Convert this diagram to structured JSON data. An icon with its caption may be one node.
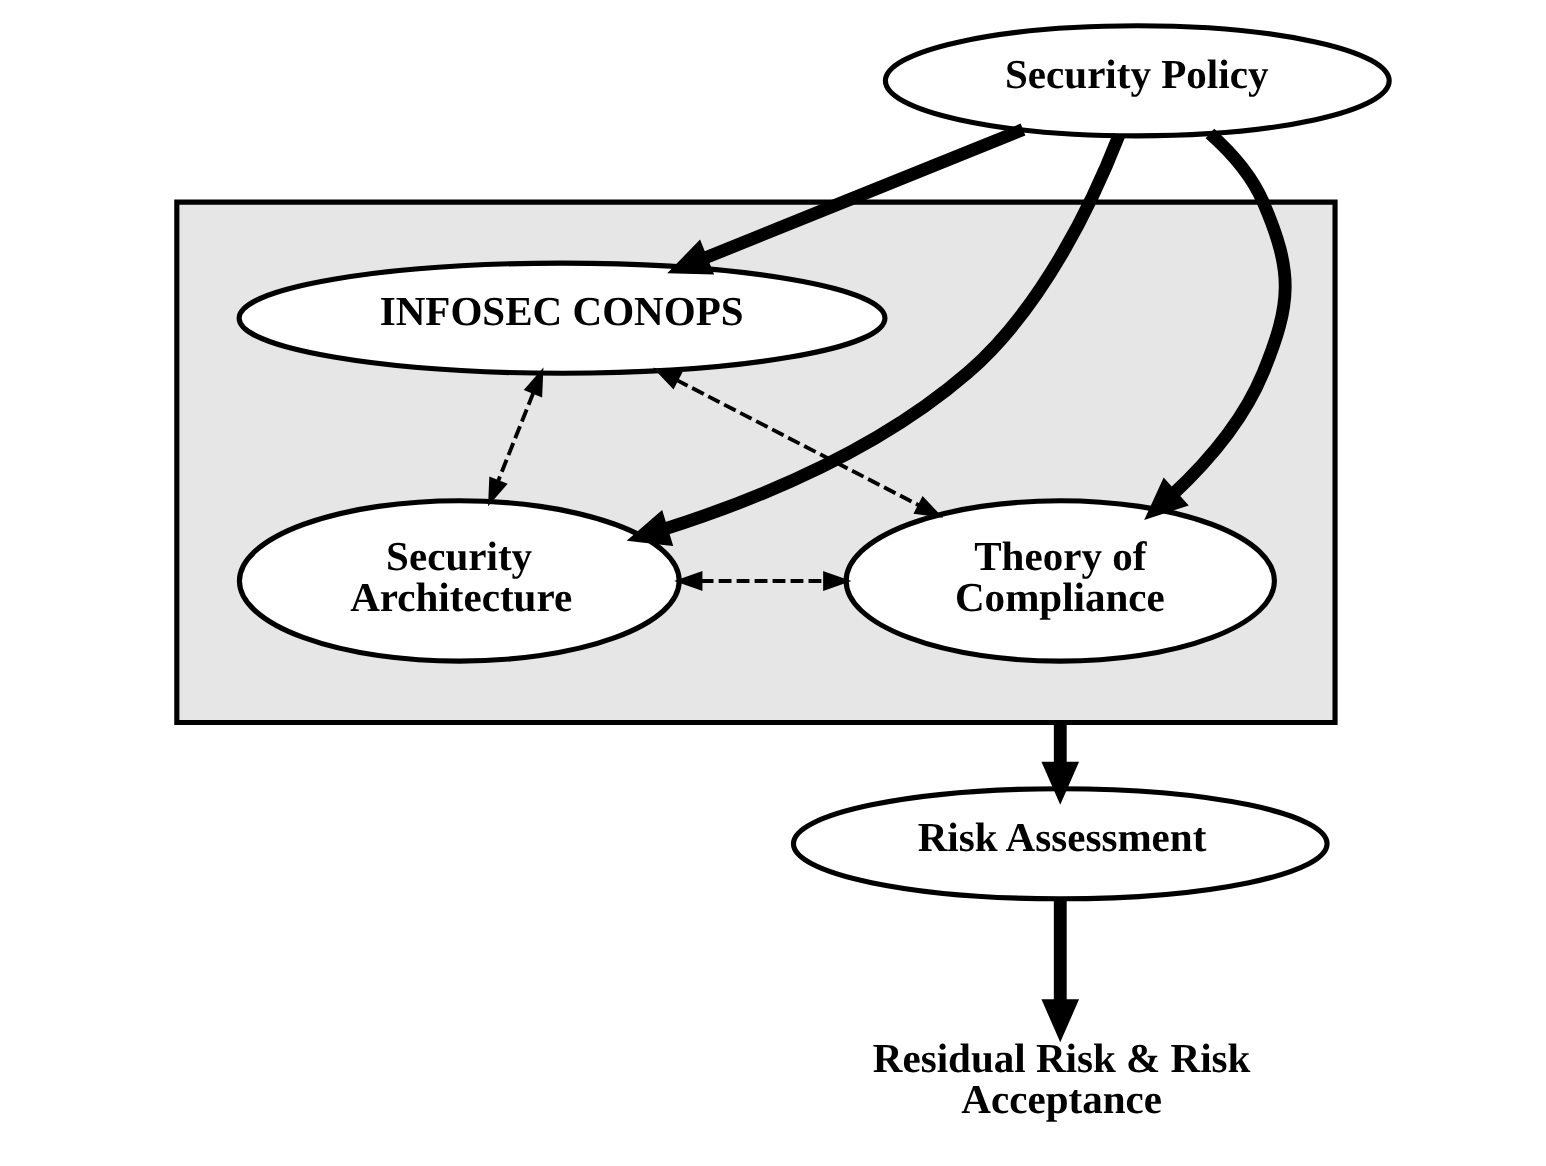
{
  "diagram": {
    "nodes": [
      {
        "text": [
          "Security Policy"
        ]
      },
      {
        "text": [],
        "shape": "box"
      },
      {
        "text": [
          "INFOSEC CONOPS"
        ],
        "in": 1
      },
      {
        "text": [
          "Security Architecture"
        ],
        "in": 1
      },
      {
        "text": [
          "Theory of Compliance"
        ],
        "in": 1
      },
      {
        "text": [
          "Risk Assessment"
        ]
      },
      {
        "text": [
          "Residual Risk & Risk Acceptance"
        ]
      }
    ],
    "edges": [
      {
        "from": 0,
        "to": 3,
        "arrow": "to"
      },
      {
        "from": 0,
        "to": 2,
        "arrow": "to"
      },
      {
        "from": 0,
        "to": 4,
        "arrow": "to"
      },
      {
        "from": 2,
        "to": 3,
        "arrow": "both",
        "style": "dashed"
      },
      {
        "from": 2,
        "to": 4,
        "arrow": "both",
        "style": "dashed"
      },
      {
        "from": 3,
        "to": 4,
        "arrow": "both",
        "style": "dashed"
      },
      {
        "from": 1,
        "to": 5,
        "arrow": "to"
      },
      {
        "from": 5,
        "to": 6,
        "arrow": "to"
      }
    ]
  }
}
